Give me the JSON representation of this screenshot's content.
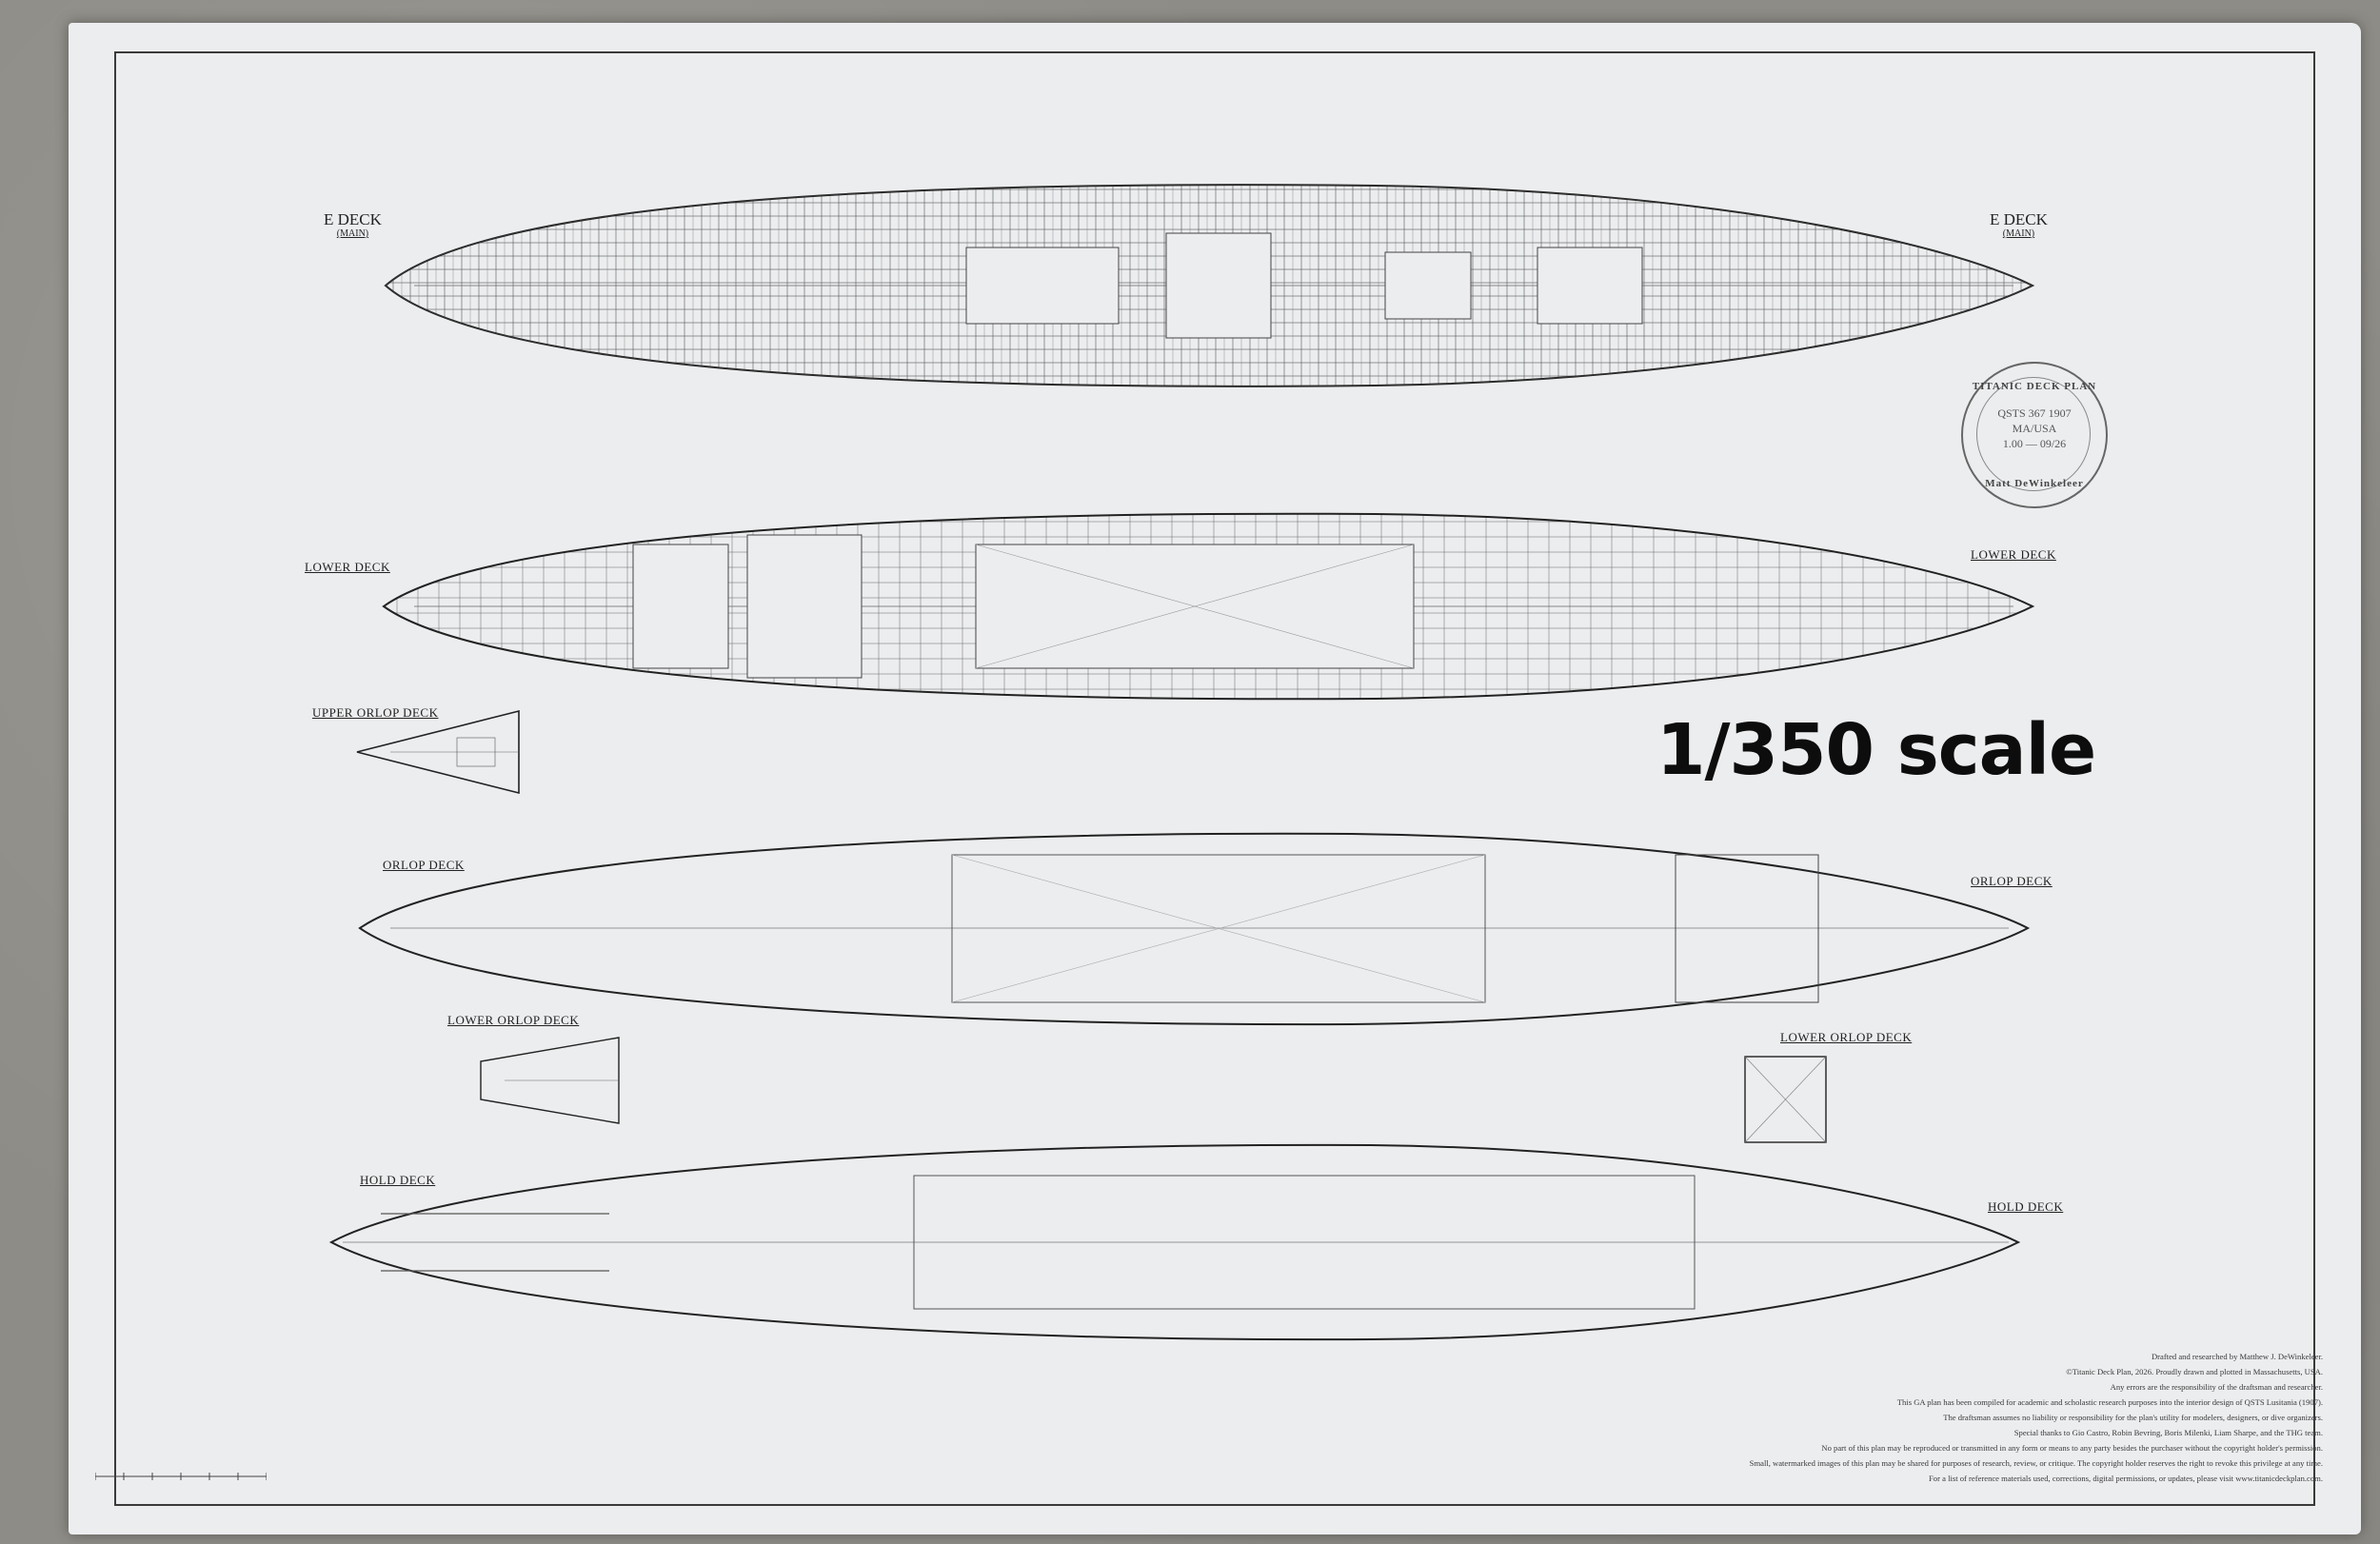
{
  "decks": {
    "e_deck": {
      "name": "E DECK",
      "sub": "(MAIN)"
    },
    "lower_deck": "LOWER DECK",
    "upper_orlop_deck": "UPPER ORLOP DECK",
    "orlop_deck": "ORLOP DECK",
    "lower_orlop_deck": "LOWER ORLOP DECK",
    "hold_deck": "HOLD DECK"
  },
  "scale_note": "1/350 scale",
  "stamp": {
    "top": "TITANIC DECK PLAN",
    "line1": "QSTS 367 1907",
    "line2": "MA/USA",
    "line3": "1.00 — 09/26",
    "bottom": "Matt DeWinkeleer"
  },
  "credits": [
    "Drafted and researched by Matthew J. DeWinkeleer.",
    "©Titanic Deck Plan, 2026. Proudly drawn and plotted in Massachusetts, USA.",
    "Any errors are the responsibility of the draftsman and researcher.",
    "This GA plan has been compiled for academic and scholastic research purposes into the interior design of QSTS Lusitania (1907).",
    "The draftsman assumes no liability or responsibility for the plan's utility for modelers, designers, or dive organizers.",
    "Special thanks to Gio Castro, Robin Bevring, Boris Milenki, Liam Sharpe, and the THG team.",
    "No part of this plan may be reproduced or transmitted in any form or means to any party besides the purchaser without the copyright holder's permission.",
    "Small, watermarked images of this plan may be shared for purposes of research, review, or critique. The copyright holder reserves the right to revoke this privilege at any time.",
    "For a list of reference materials used, corrections, digital permissions, or updates, please visit www.titanicdeckplan.com."
  ],
  "colors": {
    "paper": "#ecedef",
    "ink": "#2a2a2a",
    "floor": "#8e8c86"
  }
}
